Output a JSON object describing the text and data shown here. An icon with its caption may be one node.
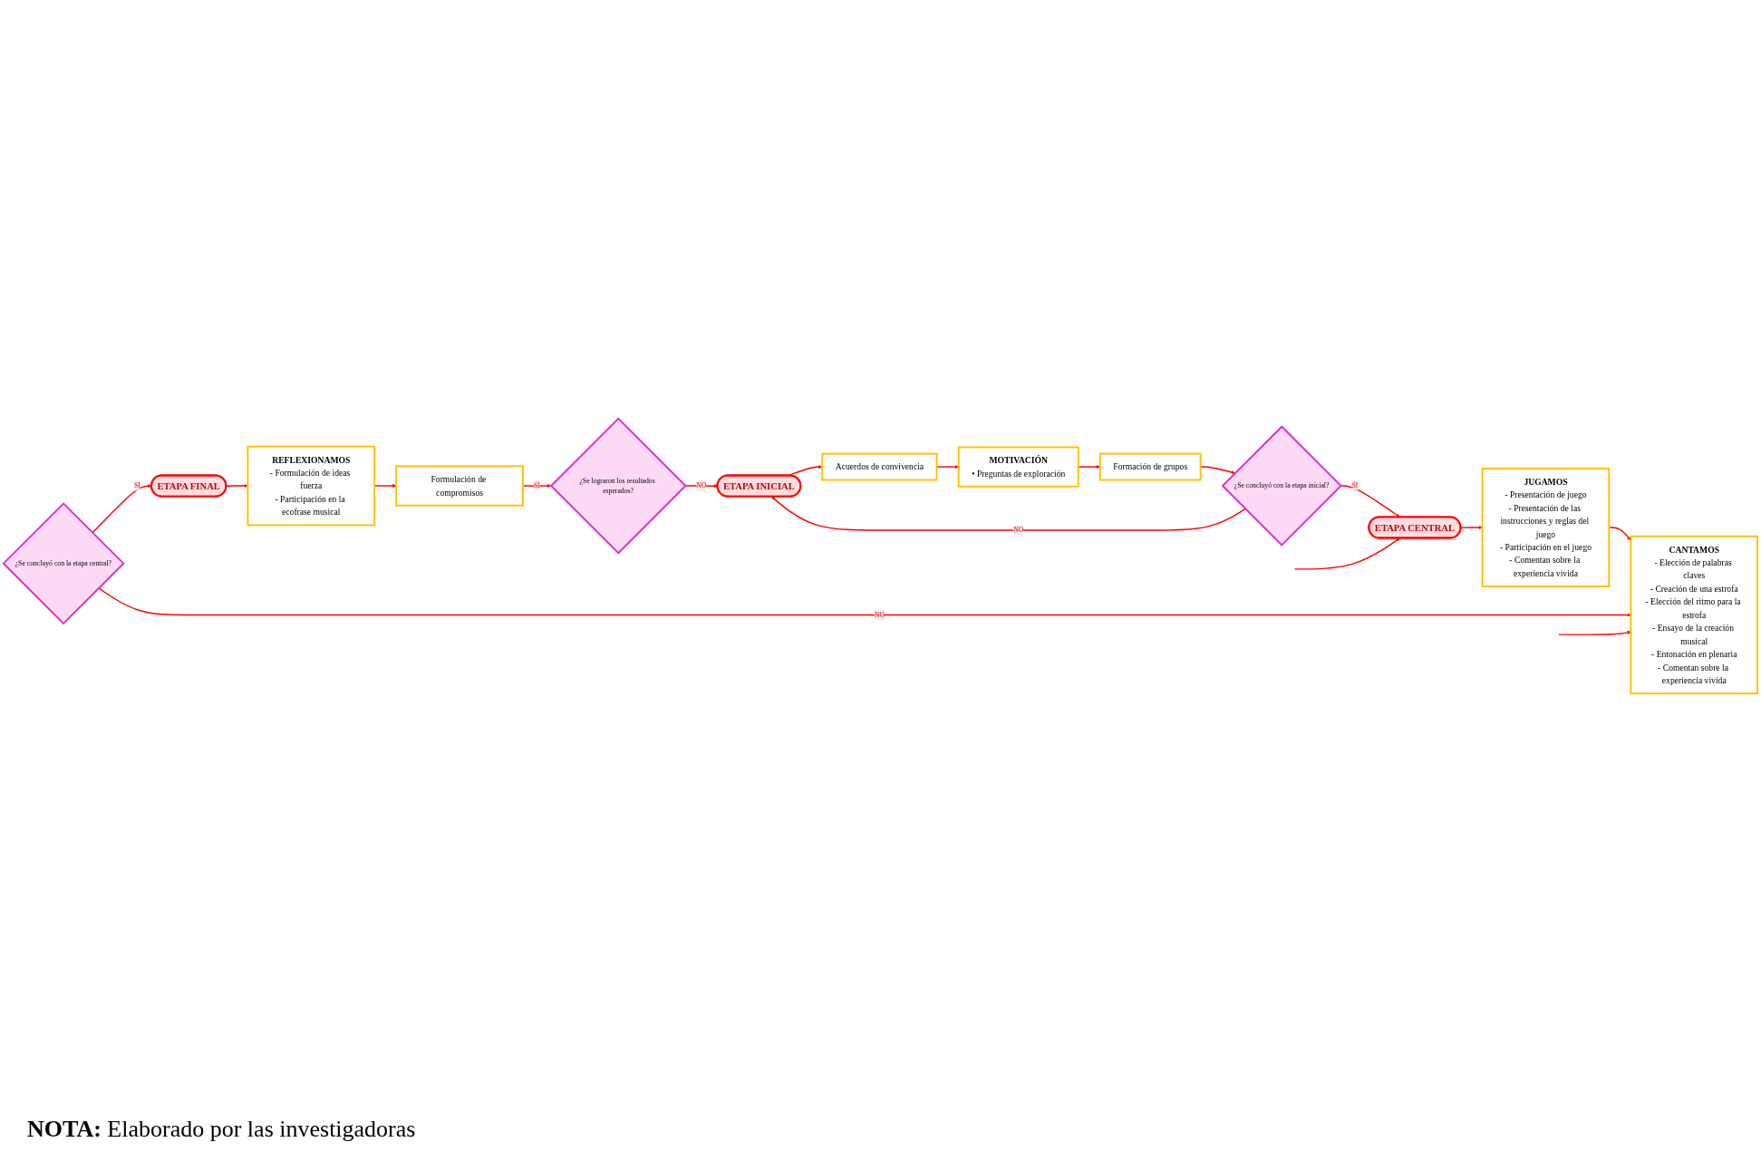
{
  "diagram": {
    "caption": "**NOTA:** Elaborado por las investigadoras",
    "nodes": [
      {
        "text": [
          "ETAPA INICIAL"
        ]
      },
      {
        "text": [
          "Acuerdos de convivencia"
        ]
      },
      {
        "text": [
          "MOTIVACIÓN",
          "• Preguntas de exploración"
        ]
      },
      {
        "text": [
          "Formación de grupos"
        ]
      },
      {
        "text": [
          "¿Se concluyó con la etapa inicial?"
        ]
      },
      {
        "text": [
          "ETAPA CENTRAL"
        ]
      },
      {
        "text": [
          "JUGAMOS",
          "- Presentación de juego",
          "- Presentación de las instrucciones y reglas del juego",
          "- Participación en el juego",
          "- Comentan sobre la experiencia vivida"
        ]
      },
      {
        "text": [
          "CANTAMOS",
          "- Elección de palabras claves",
          "- Creación de una estrofa",
          "- Elección del ritmo para la estrofa",
          "- Ensayo de la creación musical",
          "- Entonación en plenaria",
          "- Comentan sobre la experiencia vivida"
        ]
      },
      {
        "text": [
          "¿Se concluyó con la etapa central?"
        ]
      },
      {
        "text": [
          "ETAPA FINAL"
        ]
      },
      {
        "text": [
          "REFLEXIONAMOS",
          "- Formulación de ideas fuerza",
          "- Participación en la ecofrase musical"
        ]
      },
      {
        "text": [
          "Formulación de compromisos"
        ]
      },
      {
        "text": [
          "¿Se lograron los resultados esperados?"
        ]
      }
    ],
    "edges": [
      {
        "from": 0,
        "to": 1,
        "arrow": "to"
      },
      {
        "from": 1,
        "to": 2,
        "arrow": "to"
      },
      {
        "from": 2,
        "to": 3,
        "arrow": "to"
      },
      {
        "from": 3,
        "to": 4,
        "arrow": "to"
      },
      {
        "from": 4,
        "to": 0,
        "arrow": "to",
        "label": "NO"
      },
      {
        "from": 4,
        "to": 5,
        "arrow": "to",
        "label": "SI"
      },
      {
        "from": null,
        "to": 5,
        "arrow": "to"
      },
      {
        "from": 5,
        "to": 6,
        "arrow": "to"
      },
      {
        "from": 6,
        "to": 7,
        "arrow": "to"
      },
      {
        "from": 8,
        "to": 7,
        "arrow": "to",
        "label": "NO"
      },
      {
        "from": null,
        "to": 7,
        "arrow": "to"
      },
      {
        "from": 8,
        "to": 9,
        "arrow": "to",
        "label": "SI"
      },
      {
        "from": 9,
        "to": 10,
        "arrow": "to"
      },
      {
        "from": 10,
        "to": 11,
        "arrow": "to"
      },
      {
        "from": 11,
        "to": 12,
        "arrow": "to",
        "label": "SI"
      },
      {
        "from": 12,
        "to": 0,
        "arrow": "to",
        "label": "NO"
      }
    ]
  }
}
